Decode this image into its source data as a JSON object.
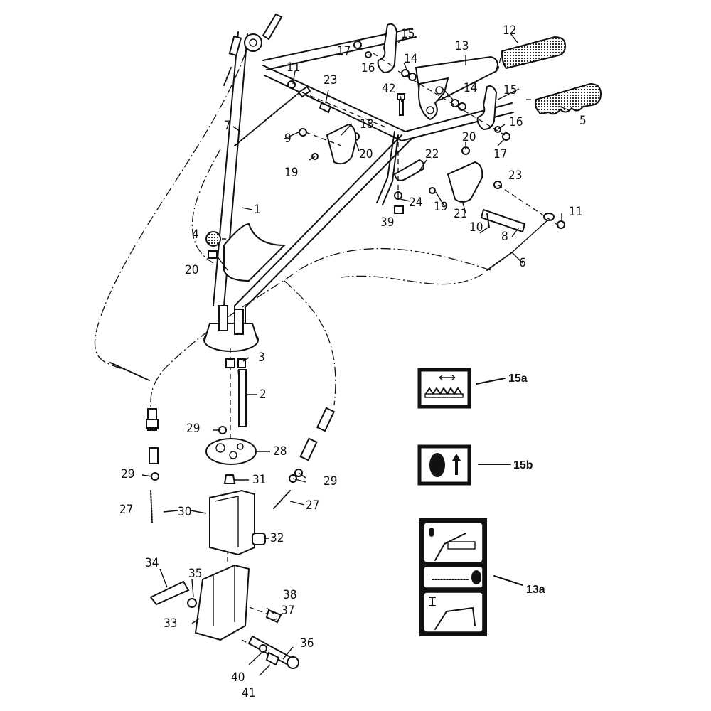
{
  "diagram": {
    "title": "Handlebar assembly exploded parts view",
    "callouts": [
      {
        "id": "1",
        "label": "1"
      },
      {
        "id": "2",
        "label": "2"
      },
      {
        "id": "3",
        "label": "3"
      },
      {
        "id": "4",
        "label": "4"
      },
      {
        "id": "5",
        "label": "5"
      },
      {
        "id": "6",
        "label": "6"
      },
      {
        "id": "7",
        "label": "7"
      },
      {
        "id": "8",
        "label": "8"
      },
      {
        "id": "9",
        "label": "9"
      },
      {
        "id": "10",
        "label": "10"
      },
      {
        "id": "11a",
        "label": "11"
      },
      {
        "id": "11b",
        "label": "11"
      },
      {
        "id": "12",
        "label": "12"
      },
      {
        "id": "13",
        "label": "13"
      },
      {
        "id": "14a",
        "label": "14"
      },
      {
        "id": "14b",
        "label": "14"
      },
      {
        "id": "15a_part",
        "label": "15"
      },
      {
        "id": "15b_part",
        "label": "15"
      },
      {
        "id": "16a",
        "label": "16"
      },
      {
        "id": "16b",
        "label": "16"
      },
      {
        "id": "17a",
        "label": "17"
      },
      {
        "id": "17b",
        "label": "17"
      },
      {
        "id": "18",
        "label": "18"
      },
      {
        "id": "19a",
        "label": "19"
      },
      {
        "id": "19b",
        "label": "19"
      },
      {
        "id": "20a",
        "label": "20"
      },
      {
        "id": "20b",
        "label": "20"
      },
      {
        "id": "20c",
        "label": "20"
      },
      {
        "id": "21",
        "label": "21"
      },
      {
        "id": "22",
        "label": "22"
      },
      {
        "id": "23a",
        "label": "23"
      },
      {
        "id": "23b",
        "label": "23"
      },
      {
        "id": "24",
        "label": "24"
      },
      {
        "id": "27a",
        "label": "27"
      },
      {
        "id": "27b",
        "label": "27"
      },
      {
        "id": "28",
        "label": "28"
      },
      {
        "id": "29a",
        "label": "29"
      },
      {
        "id": "29b",
        "label": "29"
      },
      {
        "id": "29c",
        "label": "29"
      },
      {
        "id": "30",
        "label": "30"
      },
      {
        "id": "31",
        "label": "31"
      },
      {
        "id": "32",
        "label": "32"
      },
      {
        "id": "33",
        "label": "33"
      },
      {
        "id": "34",
        "label": "34"
      },
      {
        "id": "35",
        "label": "35"
      },
      {
        "id": "36",
        "label": "36"
      },
      {
        "id": "37",
        "label": "37"
      },
      {
        "id": "38",
        "label": "38"
      },
      {
        "id": "39",
        "label": "39"
      },
      {
        "id": "40",
        "label": "40"
      },
      {
        "id": "41",
        "label": "41"
      },
      {
        "id": "42",
        "label": "42"
      }
    ],
    "decals": [
      {
        "id": "15a",
        "label": "15a",
        "icon": "tiller-tines-icon"
      },
      {
        "id": "15b",
        "label": "15b",
        "icon": "wheel-forward-icon"
      },
      {
        "id": "13a",
        "label": "13a",
        "icon": "lever-operation-icon",
        "panels": [
          {
            "symbol": "0",
            "desc": "lever released"
          },
          {
            "symbol": "",
            "desc": "tines / wheel drive"
          },
          {
            "symbol": "I",
            "desc": "lever engaged"
          }
        ]
      }
    ]
  }
}
